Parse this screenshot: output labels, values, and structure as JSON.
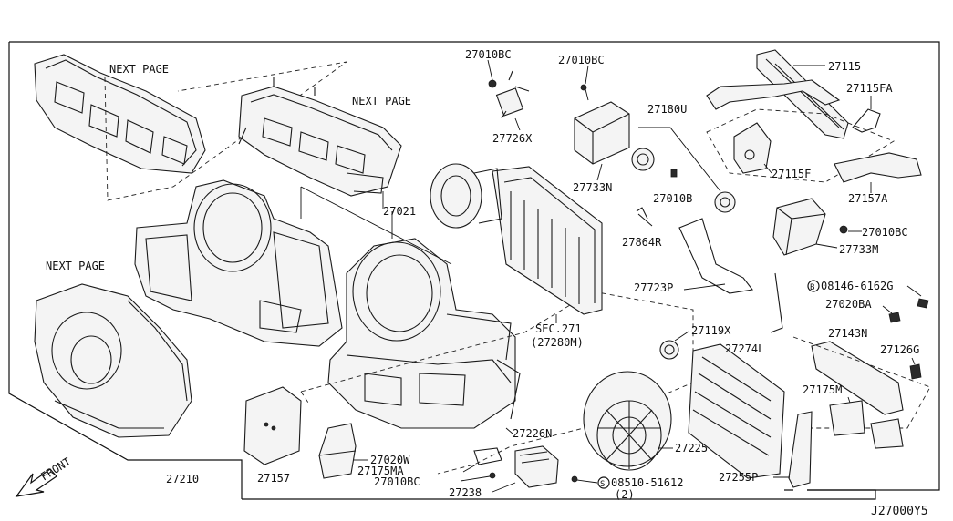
{
  "labels": {
    "next_page_1": "NEXT PAGE",
    "next_page_2": "NEXT PAGE",
    "next_page_3": "NEXT PAGE",
    "p27010bc_1": "27010BC",
    "p27010bc_2": "27010BC",
    "p27726x": "27726X",
    "p27733n": "27733N",
    "p27180u": "27180U",
    "p27010b": "27010B",
    "p27115": "27115",
    "p27115fa": "27115FA",
    "p27115f": "27115F",
    "p27157a": "27157A",
    "p27021": "27021",
    "p27864r": "27864R",
    "p27010bc_3": "27010BC",
    "p27733m": "27733M",
    "p08146": "08146-6162G",
    "p27020ba": "27020BA",
    "p27723p": "27723P",
    "sec271": "SEC.271",
    "sec271_sub": "(27280M)",
    "p27119x": "27119X",
    "p27274l": "27274L",
    "p27143n": "27143N",
    "p27126g": "27126G",
    "p27175m": "27175M",
    "p27226n": "27226N",
    "p27225": "27225",
    "p27020w": "27020W",
    "p27175ma": "27175MA",
    "p27010bc_4": "27010BC",
    "p27238": "27238",
    "p08510": "08510-51612",
    "p08510_qty": "(2)",
    "p27255p": "27255P",
    "p27210": "27210",
    "p27157": "27157",
    "front": "FRONT",
    "diagram_code": "J27000Y5",
    "circle_b": "B",
    "circle_s": "S"
  },
  "icons": {
    "front_arrow": "front-arrow-icon"
  }
}
